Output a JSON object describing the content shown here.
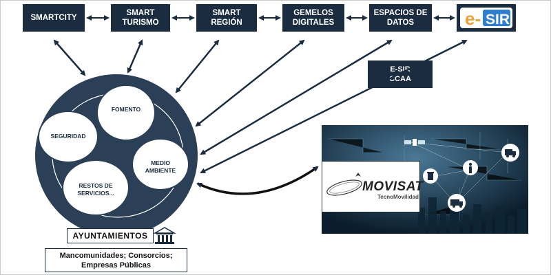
{
  "top_boxes": {
    "smartcity": "SMARTCITY",
    "smart_turismo": "SMART\nTURISMO",
    "smart_region": "SMART REGIÓN",
    "gemelos": "GEMELOS\nDIGITALES",
    "espacios": "ESPACIOS DE\nDATOS"
  },
  "esir_logo": {
    "prefix": "e-",
    "suffix": "SIR"
  },
  "esir_ccaa": "E-SIR\nCCAA",
  "circle": {
    "fomento": "FOMENTO",
    "seguridad": "SEGURIDAD",
    "medio_ambiente": "MEDIO\nAMBIENTE",
    "restos": "RESTOS DE\nSERVICIOS..."
  },
  "ayuntamientos": "AYUNTAMIENTOS",
  "mancomunidades": "Mancomunidades; Consorcios;\nEmpresas Públicas",
  "movisat": {
    "wordmark": "MOVISAT",
    "tagline": "TecnoMovilidad"
  },
  "colors": {
    "navy": "#1b2c40",
    "circle_fill": "#2b3f57",
    "esir_orange": "#e8a33c",
    "esir_blue": "#2f7fd1"
  }
}
